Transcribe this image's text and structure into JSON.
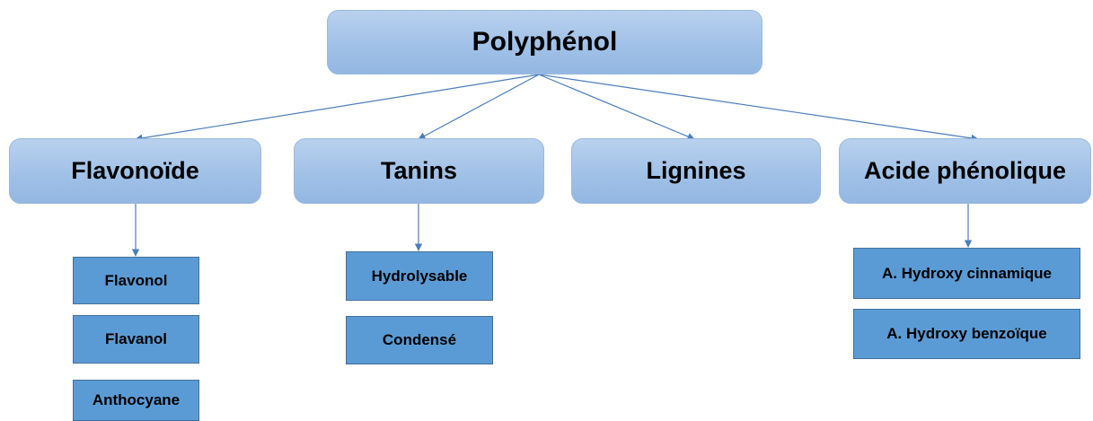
{
  "diagram": {
    "root": {
      "label": "Polyphénol"
    },
    "categories": [
      {
        "label": "Flavonoïde",
        "children": [
          "Flavonol",
          "Flavanol",
          "Anthocyane"
        ]
      },
      {
        "label": "Tanins",
        "children": [
          "Hydrolysable",
          "Condensé"
        ]
      },
      {
        "label": "Lignines",
        "children": []
      },
      {
        "label": "Acide phénolique",
        "children": [
          "A. Hydroxy cinnamique",
          "A. Hydroxy benzoïque"
        ]
      }
    ]
  },
  "colors": {
    "top_node_fill": "#a1c1e7",
    "leaf_node_fill": "#5b9bd5",
    "leaf_node_border": "#41719c",
    "connector": "#4a7ebb"
  }
}
